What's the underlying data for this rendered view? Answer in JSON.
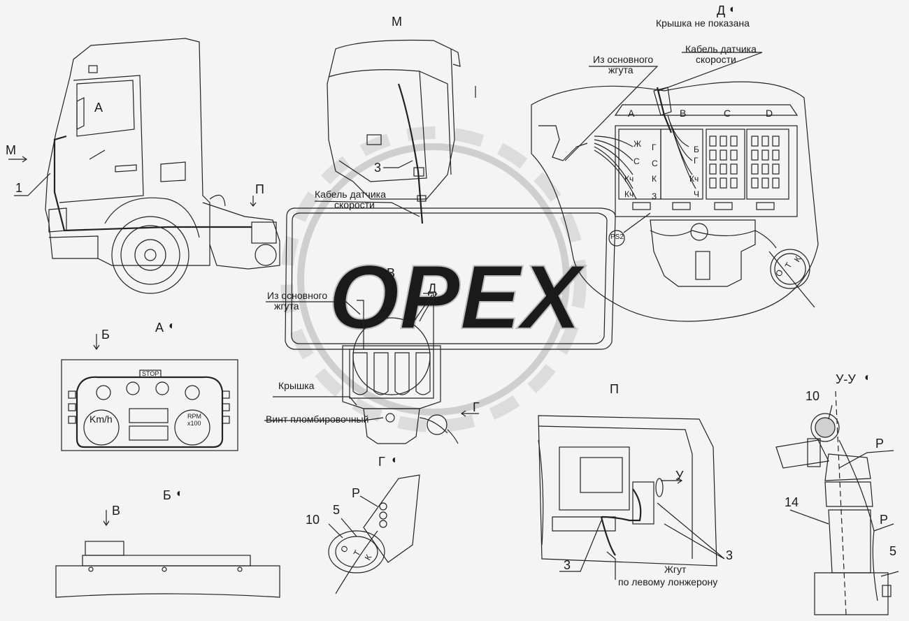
{
  "watermark": "OPEX",
  "views": {
    "m_view_left": "М",
    "m_view_top": "М",
    "p_arrow": "П",
    "p_view": "П",
    "a_arrow": "А",
    "a_view": "А",
    "b_arrow": "Б",
    "b_view": "Б",
    "v_arrow": "В",
    "v_view": "В",
    "g_arrow": "Г",
    "g_view": "Г",
    "d_arrow": "Д",
    "d_view": "Д",
    "u_arrow": "У",
    "uu_view": "У-У"
  },
  "notes": {
    "cover_not_shown": "Крышка не показана",
    "from_main_harness_1": "Из основного",
    "from_main_harness_2": "жгута",
    "speed_cable_1": "Кабель датчика",
    "speed_cable_2": "скорости",
    "cover": "Крышка",
    "seal_screw": "Винт пломбировочный",
    "harness_1": "Жгут",
    "harness_2": "по левому лонжерону",
    "ps2": "PS2"
  },
  "callouts": {
    "n1": "1",
    "n3_top": "3",
    "n3_left": "3",
    "n3_right": "3",
    "n5_g": "5",
    "n5_u": "5",
    "n10_g": "10",
    "n10_u": "10",
    "n14": "14",
    "r_g": "Р",
    "r_u1": "Р",
    "r_u2": "Р"
  },
  "fuse_block": {
    "columns": [
      "A",
      "B",
      "C",
      "D"
    ],
    "left_labels": [
      "Ж",
      "С",
      "Кч",
      "Кч"
    ],
    "mid_left_labels": [
      "Г",
      "С",
      "К",
      "З"
    ],
    "mid_right_labels": [
      "Б",
      "Г",
      "Кч",
      "Ч"
    ]
  },
  "seal": {
    "letters": [
      "О",
      "Т",
      "К"
    ]
  },
  "dashboard": {
    "stop": "STOP",
    "speed_unit": "Km/h",
    "rpm_1": "RPM",
    "rpm_2": "x100"
  }
}
